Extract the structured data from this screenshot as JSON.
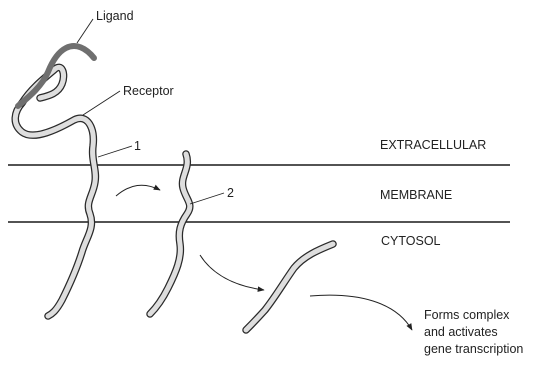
{
  "labels": {
    "ligand": "Ligand",
    "receptor": "Receptor",
    "step1": "1",
    "step2": "2",
    "extracellular": "EXTRACELLULAR",
    "membrane": "MEMBRANE",
    "cytosol": "CYTOSOL",
    "result_line1": "Forms complex",
    "result_line2": "and activates",
    "result_line3": "gene transcription"
  },
  "colors": {
    "receptor_fill": "#dedede",
    "receptor_outline": "#2a2a2a",
    "ligand": "#6f6f6f",
    "membrane_line": "#1a1a1a"
  }
}
